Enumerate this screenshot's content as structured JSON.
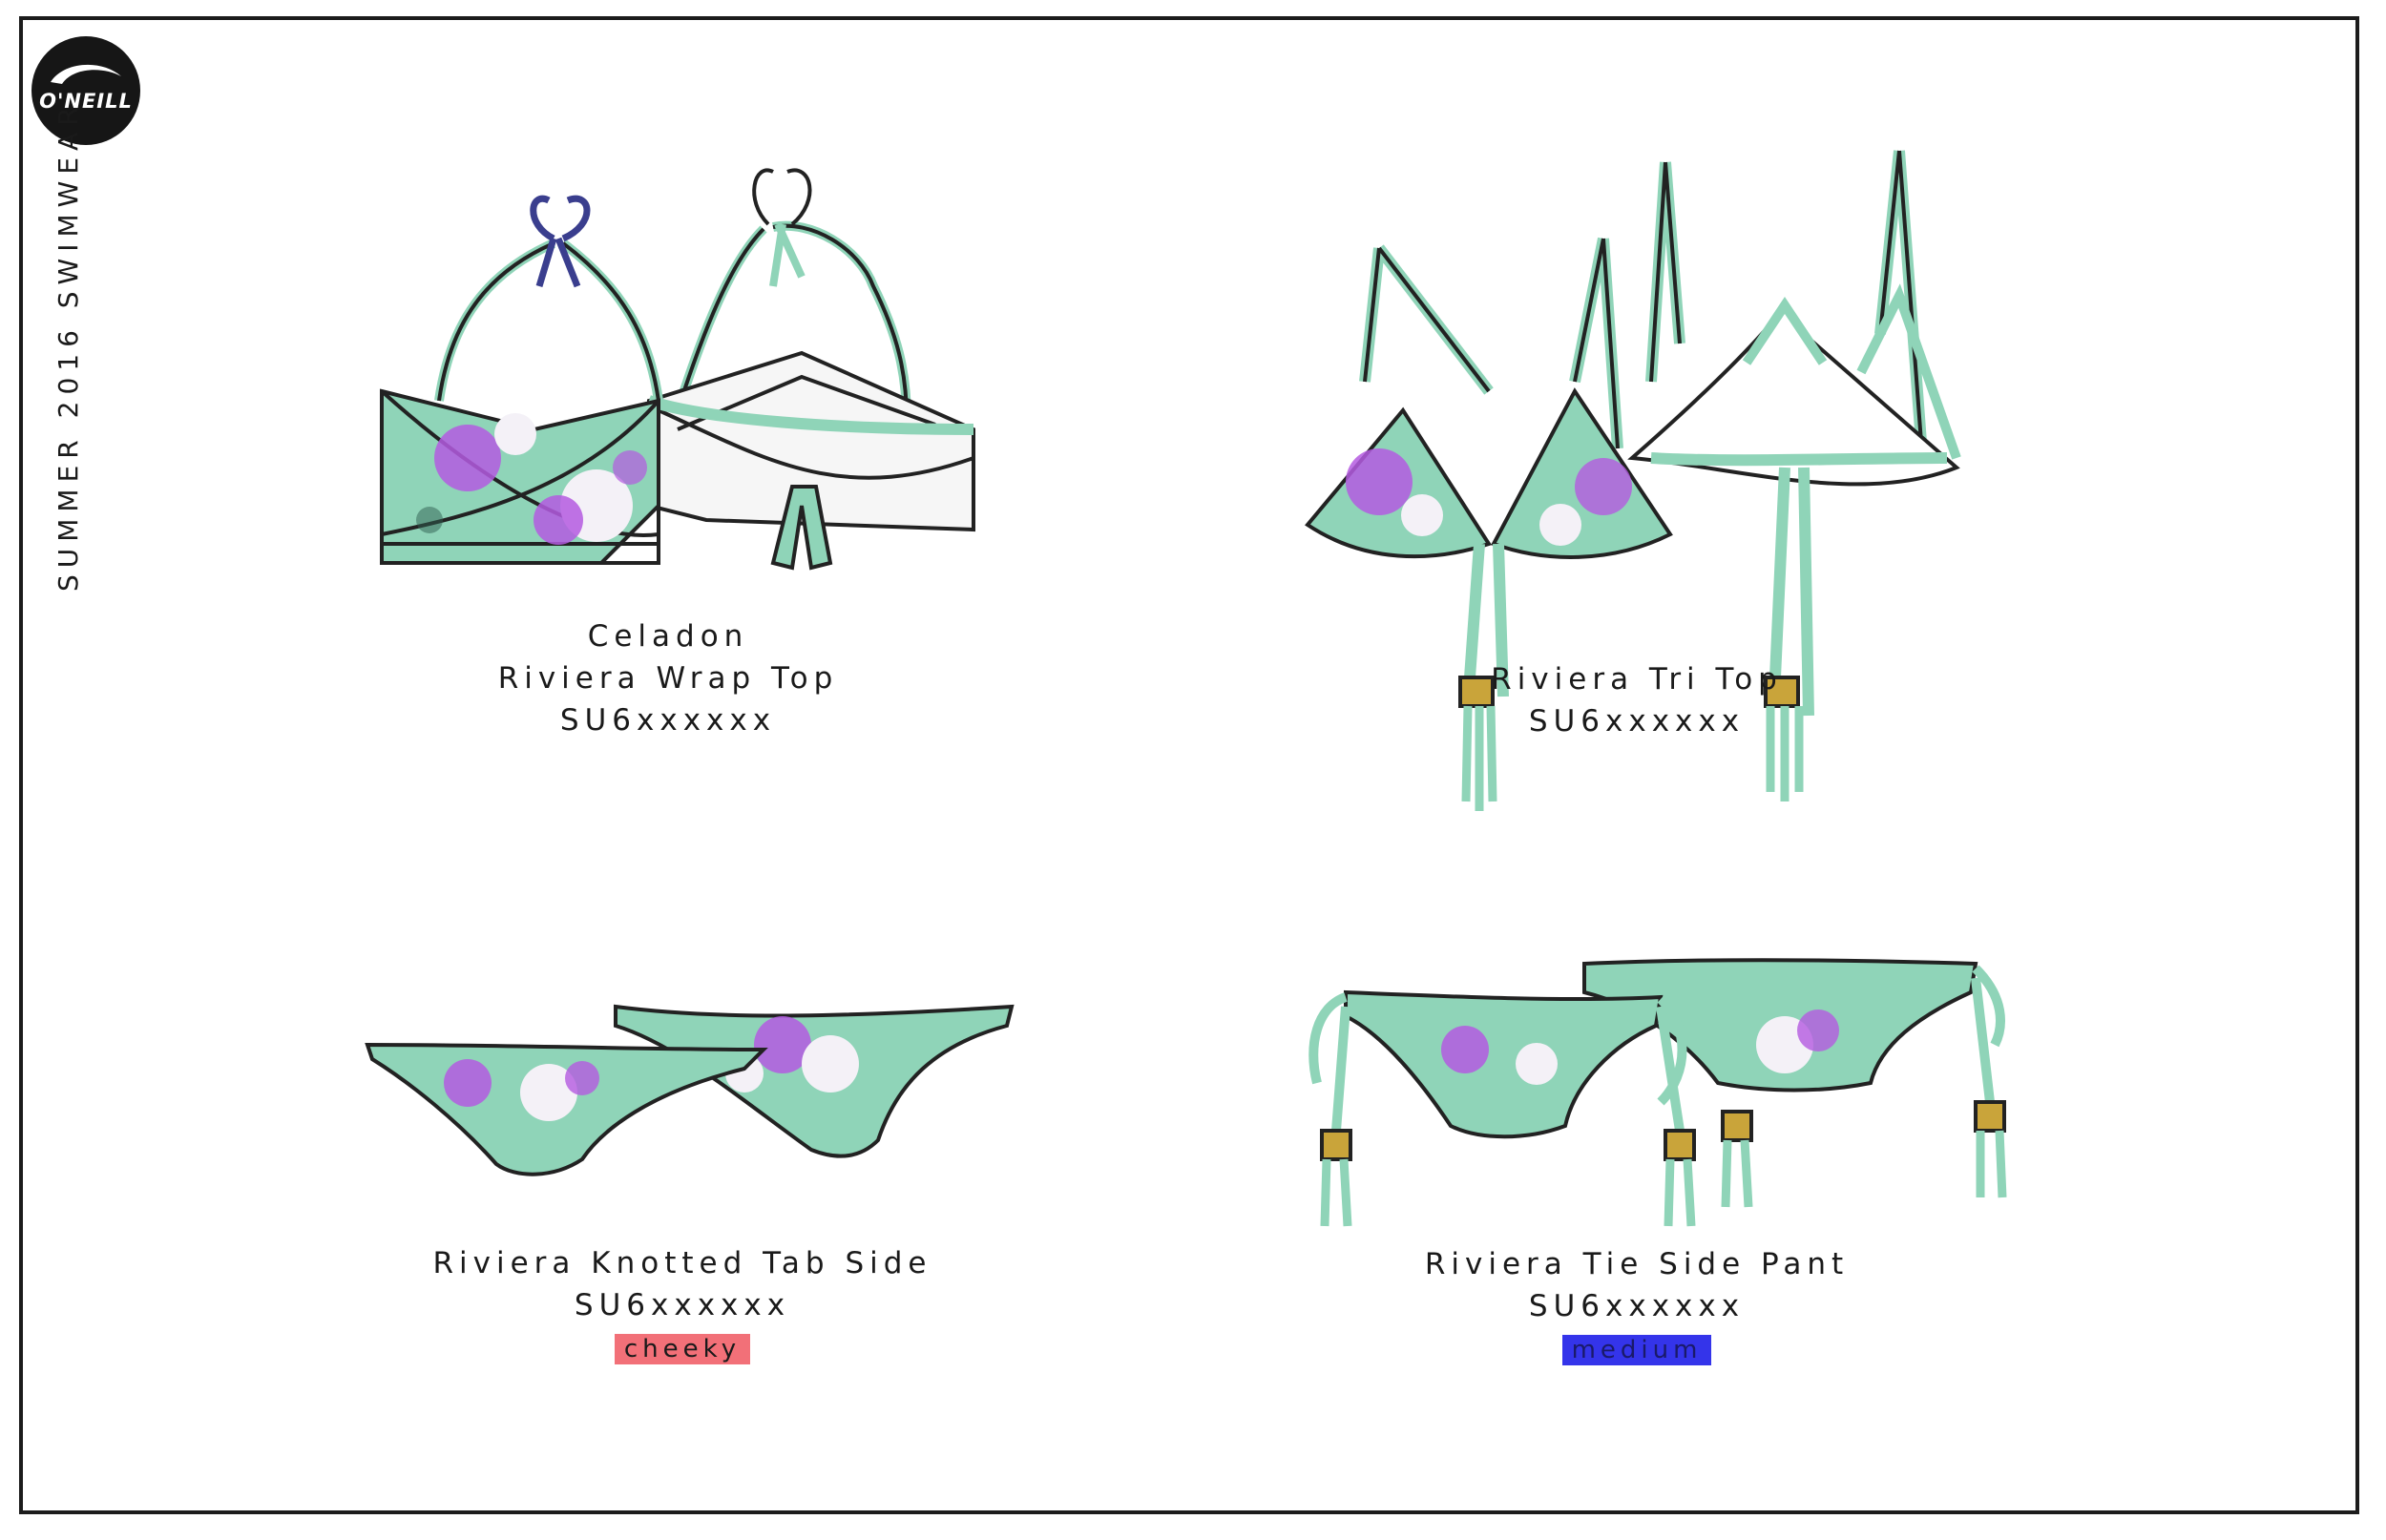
{
  "brand": {
    "logo_text": "O'NEILL"
  },
  "season_label": "SUMMER 2016 SWIMWEAR",
  "products": [
    {
      "lines": [
        "Celadon",
        "Riviera Wrap Top",
        "SU6xxxxxx"
      ],
      "tag": ""
    },
    {
      "lines": [
        "Riviera Tri Top",
        "SU6xxxxxx"
      ],
      "tag": ""
    },
    {
      "lines": [
        "Riviera Knotted Tab Side",
        "SU6xxxxxx"
      ],
      "tag": "cheeky"
    },
    {
      "lines": [
        "Riviera Tie Side Pant",
        "SU6xxxxxx"
      ],
      "tag": "medium"
    }
  ],
  "colors": {
    "fabric": "#8fd4b8",
    "print_purple": "#b45ae0",
    "print_white": "#f4f1f7",
    "outline": "#222222",
    "gold": "#c9a43a",
    "cheeky_tag": "#f27078",
    "medium_tag": "#3434ea"
  }
}
